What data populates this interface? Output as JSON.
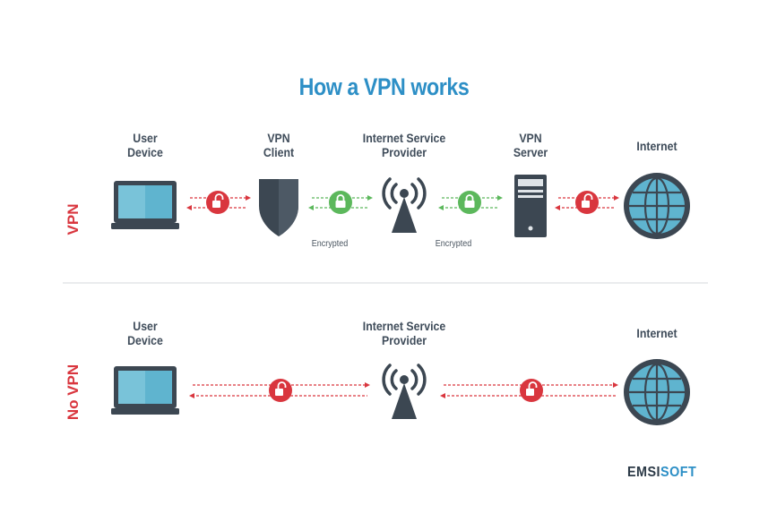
{
  "title": "How a VPN works",
  "vpn_row": {
    "row_label": "VPN",
    "user_device": "User\nDevice",
    "vpn_client": "VPN\nClient",
    "isp": "Internet Service\nProvider",
    "vpn_server": "VPN\nServer",
    "internet": "Internet",
    "encrypted_1": "Encrypted",
    "encrypted_2": "Encrypted"
  },
  "novpn_row": {
    "row_label": "No VPN",
    "user_device": "User\nDevice",
    "isp": "Internet Service\nProvider",
    "internet": "Internet"
  },
  "brand": {
    "part1": "EMSI",
    "part2": "SOFT"
  },
  "icons": {
    "device": "laptop-icon",
    "client": "shield-icon",
    "isp": "antenna-tower-icon",
    "server": "server-icon",
    "internet": "globe-icon",
    "open_lock": "unlocked-padlock-icon",
    "closed_lock": "locked-padlock-icon"
  },
  "colors": {
    "title": "#2d8fc6",
    "unencrypted": "#d9363e",
    "encrypted": "#5cb85c",
    "icon_dark": "#3c4752",
    "screen": "#5fb4cf",
    "globe": "#5fb4cf"
  }
}
